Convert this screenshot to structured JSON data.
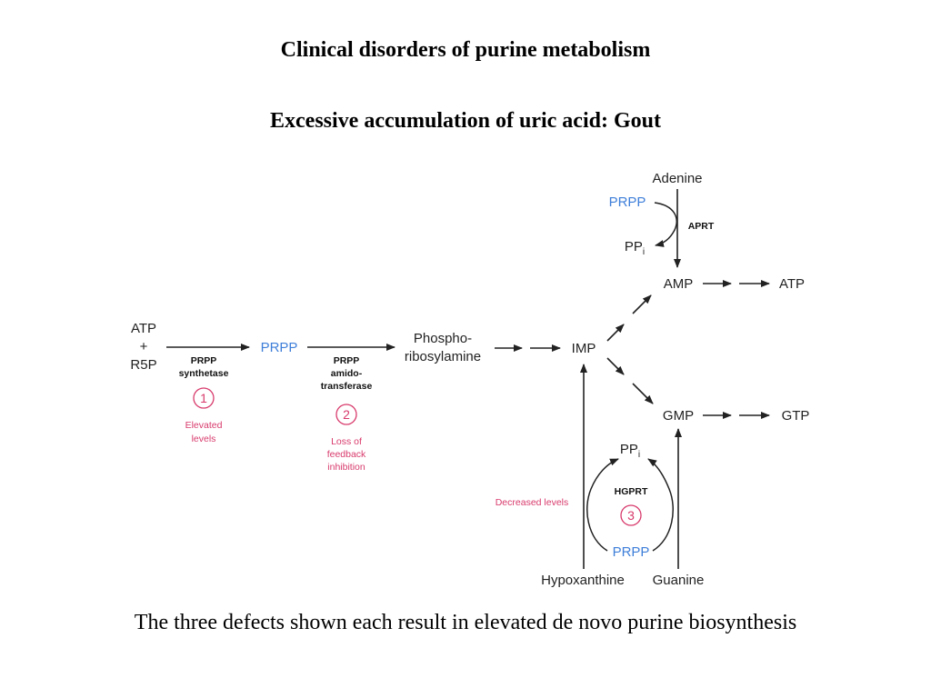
{
  "title": "Clinical disorders of purine metabolism",
  "subtitle": "Excessive accumulation of uric acid: Gout",
  "caption": "The three defects shown each result in elevated de novo purine biosynthesis",
  "colors": {
    "prpp": "#3f7fd9",
    "defect": "#d83a6c",
    "text": "#222222"
  },
  "diagram": {
    "nodes": {
      "atp": "ATP",
      "plus": "+",
      "r5p": "R5P",
      "prpp_main": "PRPP",
      "phospho_line1": "Phospho-",
      "phospho_line2": "ribosylamine",
      "imp": "IMP",
      "amp": "AMP",
      "atp2": "ATP",
      "gmp": "GMP",
      "gtp": "GTP",
      "adenine": "Adenine",
      "prpp_aprt": "PRPP",
      "ppi_aprt": "PP",
      "ppi_aprt_sub": "i",
      "ppi_hgprt": "PP",
      "ppi_hgprt_sub": "i",
      "prpp_hgprt": "PRPP",
      "hypoxanthine": "Hypoxanthine",
      "guanine": "Guanine"
    },
    "enzymes": {
      "prpp_synthetase_1": "PRPP",
      "prpp_synthetase_2": "synthetase",
      "amidotransferase_1": "PRPP",
      "amidotransferase_2": "amido-",
      "amidotransferase_3": "transferase",
      "aprt": "APRT",
      "hgprt": "HGPRT"
    },
    "defects": [
      {
        "number": "1",
        "lines": [
          "Elevated",
          "levels"
        ]
      },
      {
        "number": "2",
        "lines": [
          "Loss of",
          "feedback",
          "inhibition"
        ]
      },
      {
        "number": "3",
        "lines": [
          "Decreased levels"
        ]
      }
    ]
  }
}
